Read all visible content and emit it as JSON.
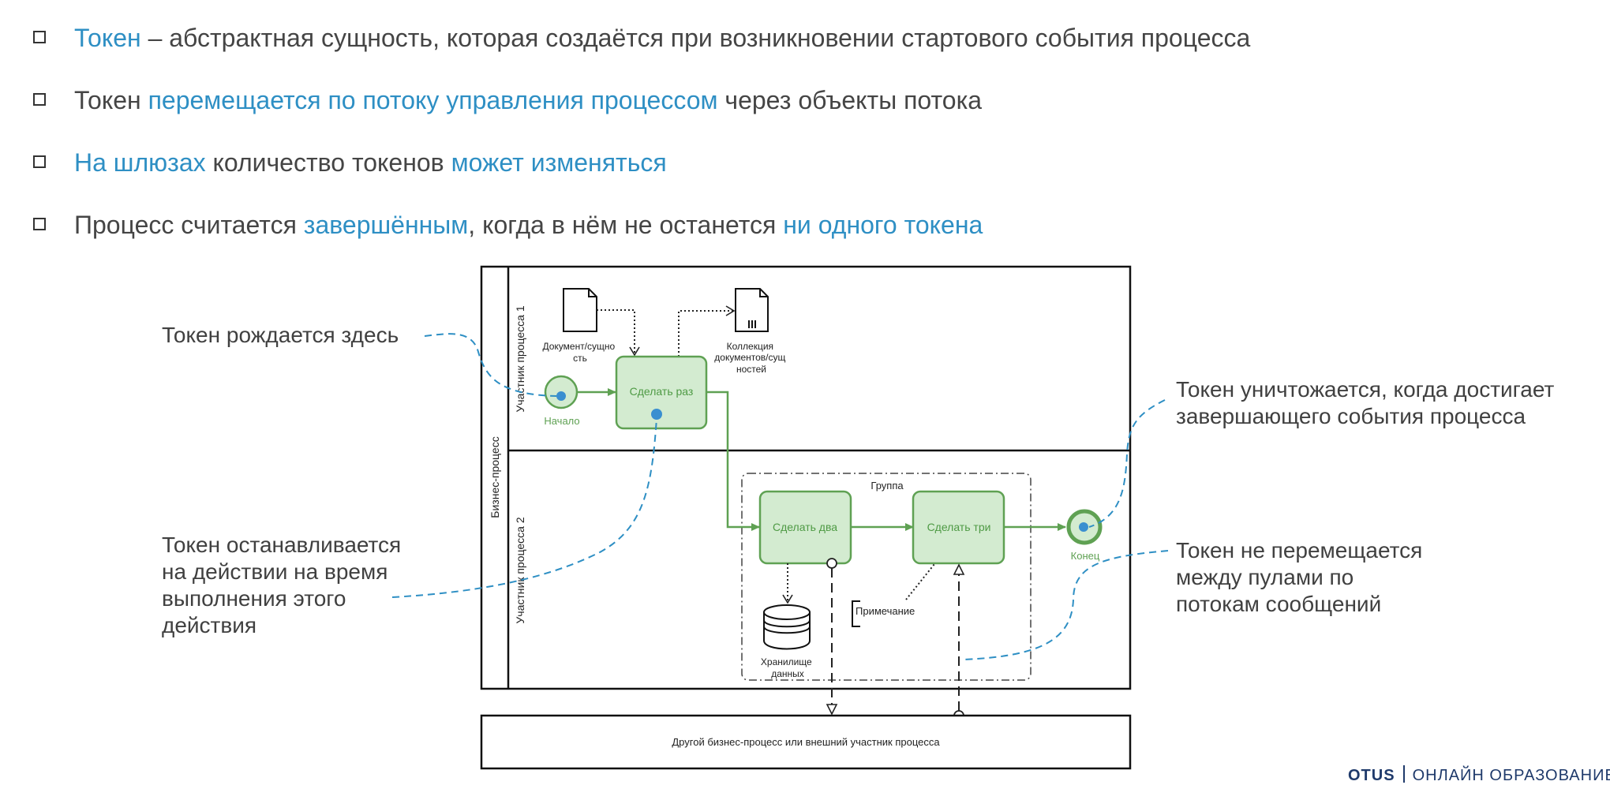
{
  "bullets": [
    {
      "parts": [
        {
          "text": "Токен",
          "hl": true
        },
        {
          "text": " – абстрактная сущность, которая создаётся при возникновении стартового события процесса",
          "hl": false
        }
      ]
    },
    {
      "parts": [
        {
          "text": "Токен ",
          "hl": false
        },
        {
          "text": "перемещается по потоку управления процессом",
          "hl": true
        },
        {
          "text": " через объекты потока",
          "hl": false
        }
      ]
    },
    {
      "parts": [
        {
          "text": "На шлюзах",
          "hl": true
        },
        {
          "text": " количество токенов ",
          "hl": false
        },
        {
          "text": "может изменяться",
          "hl": true
        }
      ]
    },
    {
      "parts": [
        {
          "text": "Процесс считается ",
          "hl": false
        },
        {
          "text": "завершённым",
          "hl": true
        },
        {
          "text": ", когда в нём не останется ",
          "hl": false
        },
        {
          "text": "ни одного токена",
          "hl": true
        }
      ]
    }
  ],
  "notes": {
    "born": "Токен рождается здесь",
    "stops": [
      "Токен останавливается",
      "на действии на время",
      "выполнения этого",
      "действия"
    ],
    "destroyed": [
      "Токен уничтожается, когда достигает",
      "завершающего события процесса"
    ],
    "not_moving": [
      "Токен не перемещается",
      "между пулами по",
      "потокам сообщений"
    ]
  },
  "diagram": {
    "pool_label": "Бизнес-процесс",
    "lane1_label": "Участник процесса 1",
    "lane2_label": "Участник процесса 2",
    "start_label": "Начало",
    "end_label": "Конец",
    "task1": "Сделать раз",
    "task2": "Сделать два",
    "task3": "Сделать три",
    "doc_label": [
      "Документ/сущно",
      "сть"
    ],
    "collection_label": [
      "Коллекция",
      "документов/сущ",
      "ностей"
    ],
    "group_label": "Группа",
    "annotation": "Примечание",
    "datastore_label": [
      "Хранилище",
      "данных"
    ],
    "external_pool": "Другой бизнес-процесс или внешний участник процесса"
  },
  "footer": {
    "logo": "OTUS",
    "text": "ОНЛАЙН ОБРАЗОВАНИЕ"
  },
  "colors": {
    "accent": "#2e8fc4",
    "task_fill": "#d3ebd0",
    "task_stroke": "#5fa153",
    "token": "#3a8fd0"
  }
}
